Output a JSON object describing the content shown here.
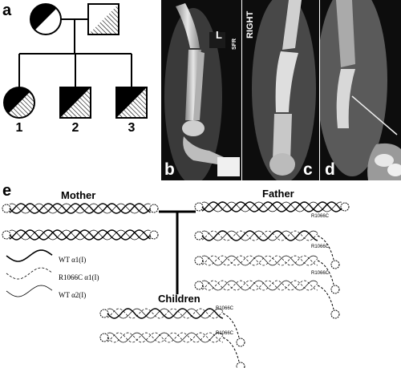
{
  "panels": {
    "a": "a",
    "b": "b",
    "c": "c",
    "d": "d",
    "e": "e"
  },
  "pedigree": {
    "individuals": [
      {
        "number": "1",
        "sex": "female"
      },
      {
        "number": "2",
        "sex": "male"
      },
      {
        "number": "3",
        "sex": "male"
      }
    ],
    "parents": [
      {
        "sex": "female",
        "shading": "half-black"
      },
      {
        "sex": "male",
        "shading": "hatched"
      }
    ]
  },
  "xrays": {
    "b_marker": "L",
    "b_marker2": "SFR",
    "c_label": "RIGHT"
  },
  "schematic": {
    "mother_title": "Mother",
    "father_title": "Father",
    "children_title": "Children",
    "mutation_label": "R1066C",
    "legend": [
      {
        "style": "solid-thick",
        "label": "WT α1(I)"
      },
      {
        "style": "dashed",
        "label": "R1066C α1(I)"
      },
      {
        "style": "solid-thin",
        "label": "WT α2(I)"
      }
    ]
  },
  "colors": {
    "line": "#000000",
    "xray_bg": "#0d0d0d",
    "bone": "#d8d8d8"
  }
}
